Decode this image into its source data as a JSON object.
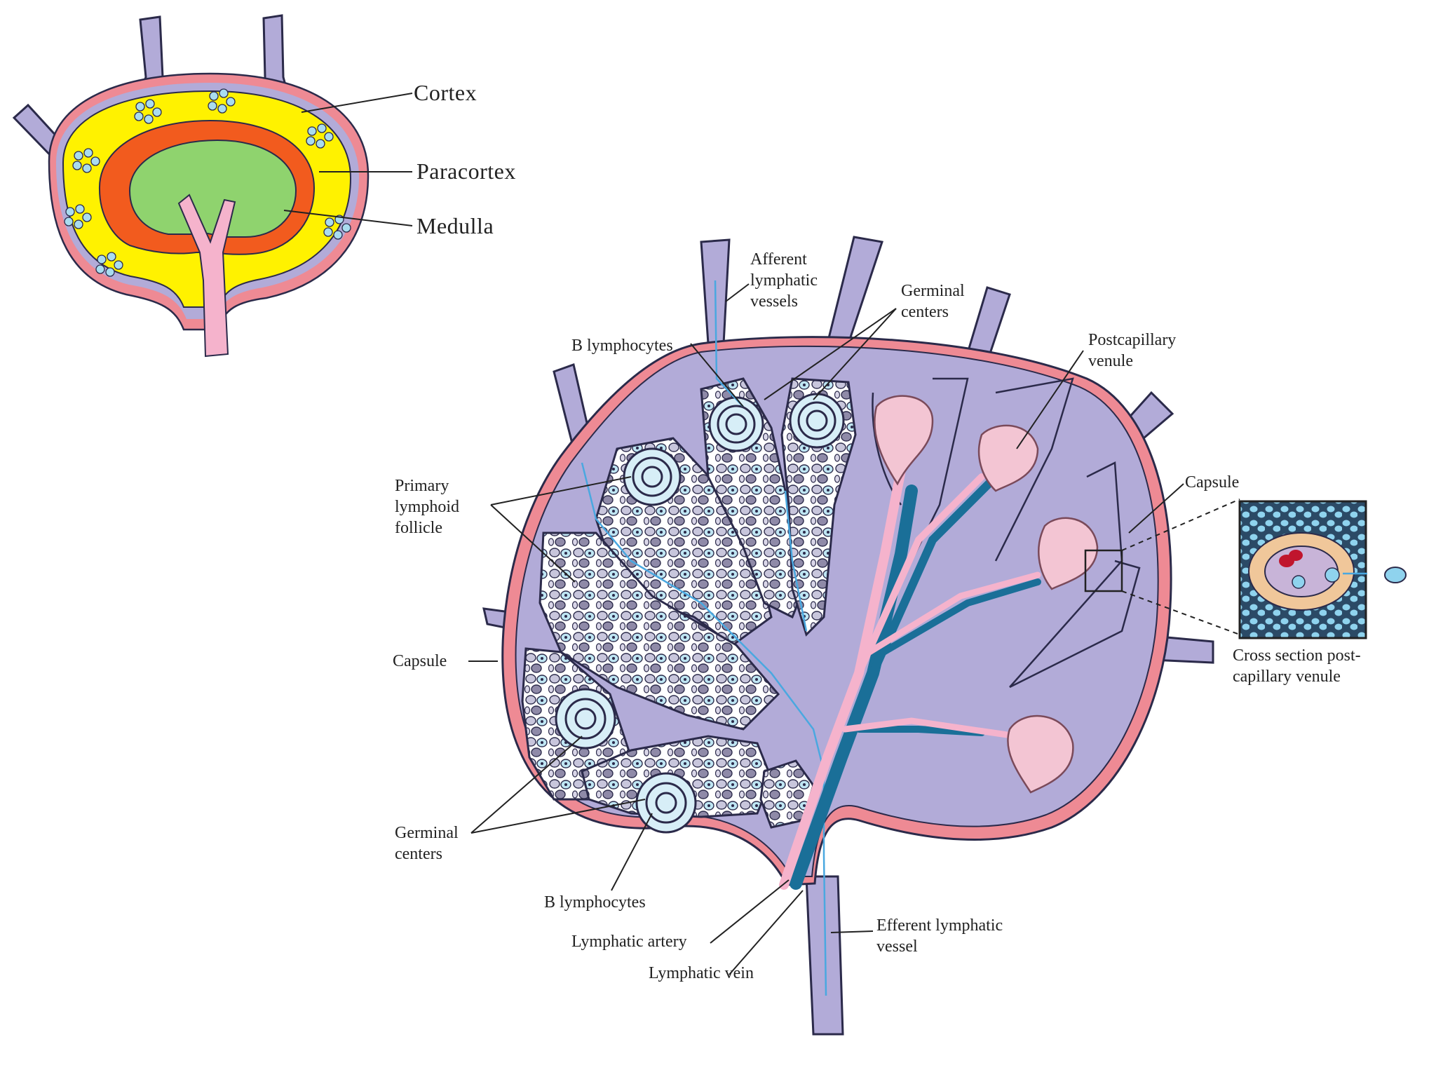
{
  "colors": {
    "lymph_purple": "#b2abd8",
    "capsule_pink": "#ee8a94",
    "cortex_yellow": "#fff200",
    "paracortex_orange": "#f25b1e",
    "medulla_green": "#8fd36e",
    "artery_pink": "#f5b3cc",
    "vein_teal": "#1a6f98",
    "cell_blue": "#a9dcef",
    "outline": "#2b2a4a"
  },
  "overview": {
    "labels": {
      "cortex": "Cortex",
      "paracortex": "Paracortex",
      "medulla": "Medulla"
    }
  },
  "detail": {
    "labels": {
      "afferent": "Afferent lymphatic vessels",
      "germinal_top": "Germinal centers",
      "b_lymphocytes_top": "B lymphocytes",
      "postcapillary": "Postcapillary venule",
      "capsule_right": "Capsule",
      "primary_follicle": "Primary lymphoid follicle",
      "capsule_left": "Capsule",
      "cross_section": "Cross section post-capillary venule",
      "germinal_bottom": "Germinal centers",
      "b_lymphocytes_bottom": "B lymphocytes",
      "lymphatic_artery": "Lymphatic artery",
      "lymphatic_vein": "Lymphatic vein",
      "efferent": "Efferent lymphatic vessel"
    }
  }
}
